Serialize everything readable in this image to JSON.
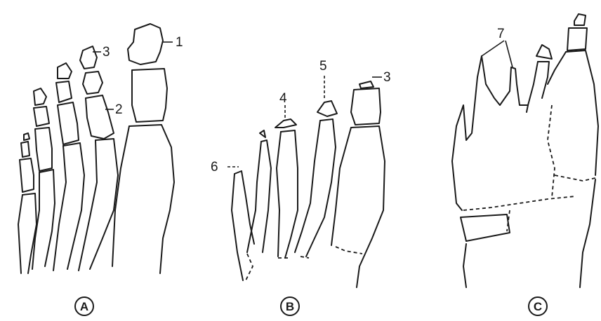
{
  "panels": [
    {
      "id": "A",
      "label": "A",
      "callouts": [
        "1",
        "2",
        "3"
      ]
    },
    {
      "id": "B",
      "label": "B",
      "callouts": [
        "3",
        "4",
        "5",
        "6"
      ]
    },
    {
      "id": "C",
      "label": "C",
      "callouts": [
        "7"
      ]
    }
  ]
}
